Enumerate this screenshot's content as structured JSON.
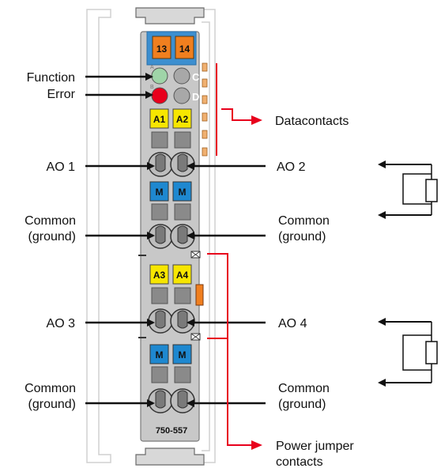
{
  "labels": {
    "function": "Function",
    "error": "Error",
    "datacontacts": "Datacontacts",
    "ao1": "AO 1",
    "ao2": "AO 2",
    "ao3": "AO 3",
    "ao4": "AO 4",
    "common_l1": "Common",
    "ground_l1": "(ground)",
    "common_r1": "Common",
    "ground_r1": "(ground)",
    "common_l2": "Common",
    "ground_l2": "(ground)",
    "common_r2": "Common",
    "ground_r2": "(ground)",
    "power_jumper_1": "Power jumper",
    "power_jumper_2": "contacts"
  },
  "module": {
    "top_tag_left": "13",
    "top_tag_right": "14",
    "led_c": "C",
    "led_d": "D",
    "led_a_letter": "A",
    "led_b_letter": "B",
    "slot_a1": "A1",
    "slot_a2": "A2",
    "slot_m1": "M",
    "slot_m2": "M",
    "slot_a3": "A3",
    "slot_a4": "A4",
    "slot_m3": "M",
    "slot_m4": "M",
    "model_number": "750-557"
  },
  "colors": {
    "tag_orange": "#f07f1f",
    "header_blue": "#3c8fd0",
    "led_green": "#9fd4a8",
    "led_red": "#e8001c",
    "slot_yellow": "#f7e600",
    "slot_blue": "#1e88d0",
    "housing_grey": "#c8c8c8",
    "contact_grey": "#8a8a8a",
    "jumper_red": "#e8001c"
  }
}
